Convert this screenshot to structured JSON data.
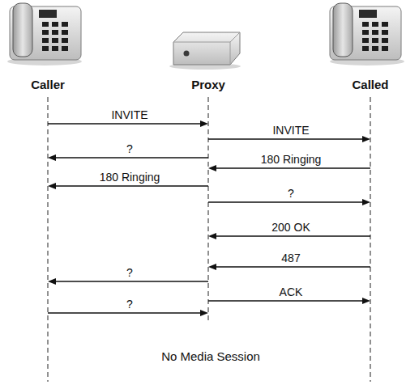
{
  "diagram": {
    "nodes": [
      {
        "text": [
          "Caller"
        ]
      },
      {
        "text": [
          "Proxy"
        ]
      },
      {
        "text": [
          "Called"
        ]
      }
    ],
    "edges": [
      {
        "from": 0,
        "to": 1,
        "label": "INVITE",
        "arrow": "to"
      },
      {
        "from": 1,
        "to": 2,
        "label": "INVITE",
        "arrow": "to"
      },
      {
        "from": 1,
        "to": 0,
        "label": "?",
        "arrow": "to"
      },
      {
        "from": 2,
        "to": 1,
        "label": "180 Ringing",
        "arrow": "to"
      },
      {
        "from": 1,
        "to": 0,
        "label": "180 Ringing",
        "arrow": "to"
      },
      {
        "from": 1,
        "to": 2,
        "label": "?",
        "arrow": "to"
      },
      {
        "from": 2,
        "to": 1,
        "label": "200 OK",
        "arrow": "to"
      },
      {
        "from": 2,
        "to": 1,
        "label": "487",
        "arrow": "to"
      },
      {
        "from": 1,
        "to": 0,
        "label": "?",
        "arrow": "to"
      },
      {
        "from": 1,
        "to": 2,
        "label": "ACK",
        "arrow": "to"
      },
      {
        "from": 0,
        "to": 1,
        "label": "?",
        "arrow": "to"
      }
    ],
    "labels": [
      "No Media Session"
    ]
  }
}
